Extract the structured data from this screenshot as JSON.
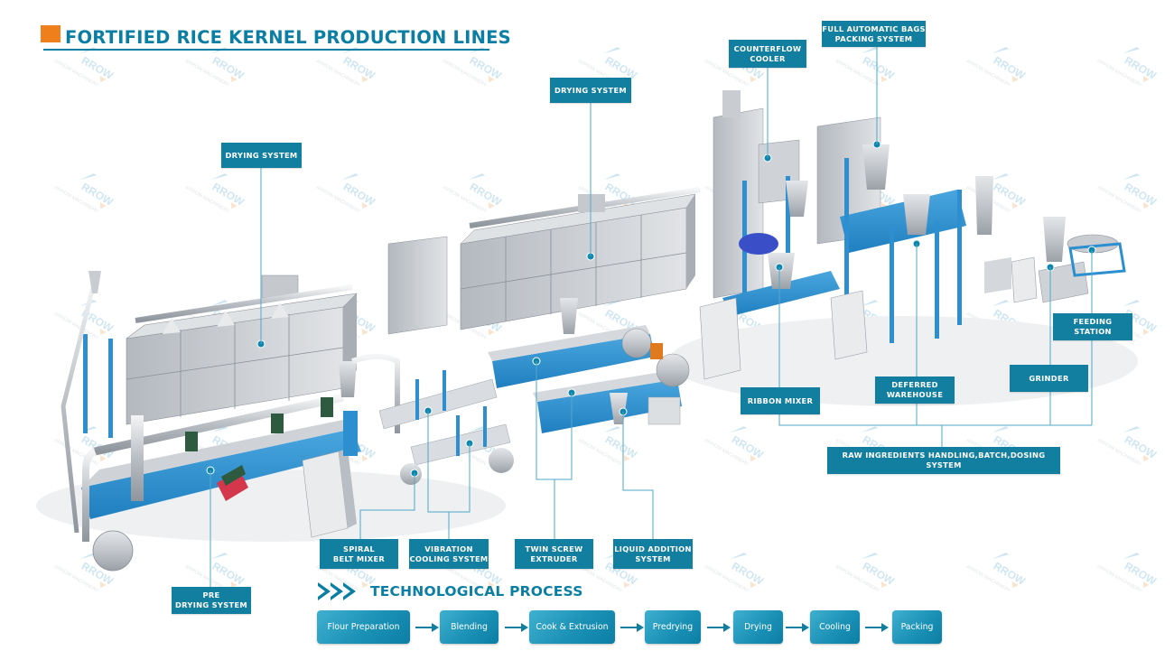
{
  "title": "FORTIFIED RICE KERNEL PRODUCTION LINES",
  "colors": {
    "accent": "#0b7ea3",
    "label_bg": "#127fa1",
    "title_square": "#ef7f1a",
    "machine_blue": "#2d8fd0",
    "steel": "#c9ccd0"
  },
  "watermark": {
    "brand": "ARROW",
    "subtext": "ARROW MACHINERY"
  },
  "equipment_labels": {
    "drying_system_left": "DRYING SYSTEM",
    "drying_system_center": "DRYING SYSTEM",
    "counterflow_cooler": "COUNTERFLOW\nCOOLER",
    "bag_packing": "FULL AUTOMATIC BAGS\nPACKING SYSTEM",
    "feeding_station": "FEEDING\nSTATION",
    "grinder": "GRINDER",
    "ribbon_mixer": "RIBBON MIXER",
    "deferred_warehouse": "DEFERRED\nWAREHOUSE",
    "raw_ingredients": "RAW INGREDIENTS HANDLING,BATCH,DOSING SYSTEM",
    "spiral_belt_mixer": "SPIRAL\nBELT MIXER",
    "vibration_cooling": "VIBRATION\nCOOLING SYSTEM",
    "twin_screw_extruder": "TWIN SCREW\nEXTRUDER",
    "liquid_addition": "LIQUID ADDITION\nSYSTEM",
    "pre_drying": "PRE\nDRYING SYSTEM"
  },
  "process": {
    "title": "TECHNOLOGICAL PROCESS",
    "icon": "triple-chevron-right-icon",
    "steps": [
      "Flour Preparation",
      "Blending",
      "Cook & Extrusion",
      "Predrying",
      "Drying",
      "Cooling",
      "Packing"
    ]
  }
}
